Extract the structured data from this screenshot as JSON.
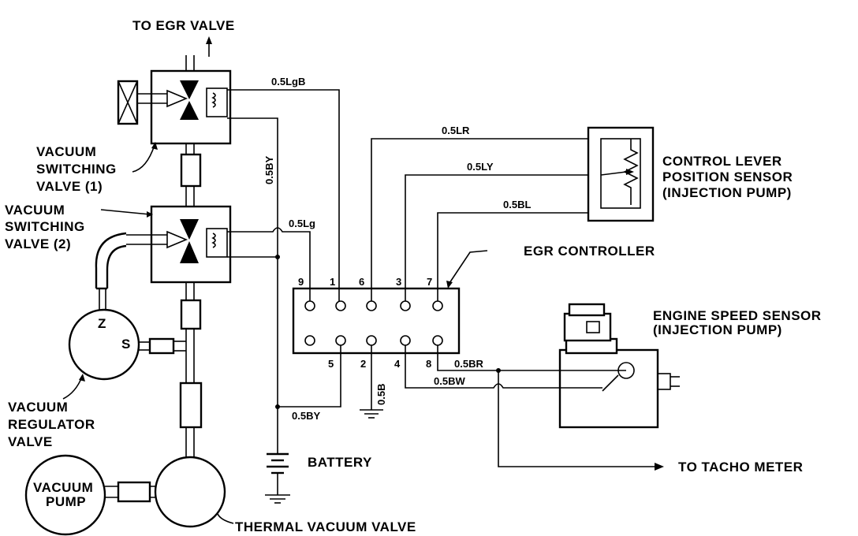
{
  "labels": {
    "to_egr_valve": "TO EGR VALVE",
    "vsv1": [
      "VACUUM",
      "SWITCHING",
      "VALVE (1)"
    ],
    "vsv2": [
      "VACUUM",
      "SWITCHING",
      "VALVE (2)"
    ],
    "control_lever": [
      "CONTROL LEVER",
      "POSITION SENSOR",
      "(INJECTION PUMP)"
    ],
    "egr_controller": "EGR CONTROLLER",
    "engine_speed": [
      "ENGINE SPEED SENSOR",
      "(INJECTION PUMP)"
    ],
    "vacuum_regulator": [
      "VACUUM",
      "REGULATOR",
      "VALVE"
    ],
    "vacuum_pump": [
      "VACUUM",
      "PUMP"
    ],
    "thermal_vacuum_valve": "THERMAL VACUUM VALVE",
    "battery": "BATTERY",
    "to_tacho_meter": "TO TACHO METER",
    "port_z": "Z",
    "port_s": "S"
  },
  "wires": {
    "lgb": "0.5LgB",
    "by_vertical": "0.5BY",
    "lr": "0.5LR",
    "ly": "0.5LY",
    "bl": "0.5BL",
    "lg": "0.5Lg",
    "br": "0.5BR",
    "bw": "0.5BW",
    "b": "0.5B",
    "by_bottom": "0.5BY"
  },
  "pins": {
    "top": [
      "9",
      "1",
      "6",
      "3",
      "7"
    ],
    "bottom": [
      "5",
      "2",
      "4",
      "8"
    ]
  }
}
